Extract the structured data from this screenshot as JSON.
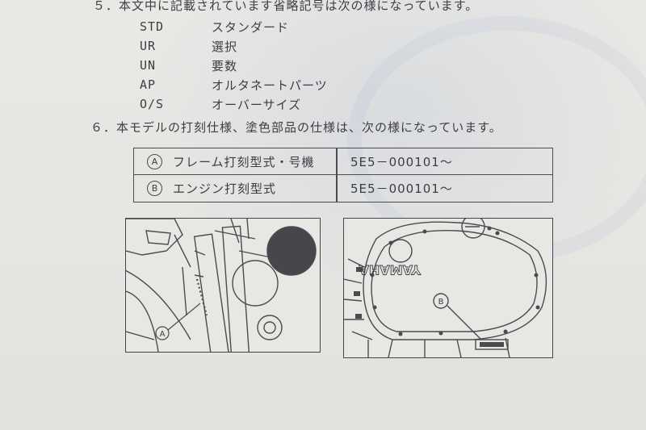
{
  "abbrev_section": {
    "heading": "５．本文中に記載されています省略記号は次の様になっています。",
    "items": [
      {
        "abbr": "STD",
        "meaning": "スタンダード"
      },
      {
        "abbr": "UR",
        "meaning": "選択"
      },
      {
        "abbr": "UN",
        "meaning": "要数"
      },
      {
        "abbr": "AP",
        "meaning": "オルタネートパーツ"
      },
      {
        "abbr": "O/S",
        "meaning": "オーバーサイズ"
      }
    ]
  },
  "model_section": {
    "heading": "６．本モデルの打刻仕様、塗色部品の仕様は、次の様になっています。",
    "rows": [
      {
        "marker": "A",
        "label": "フレーム打刻型式・号機",
        "value": "5E5－000101～"
      },
      {
        "marker": "B",
        "label": "エンジン打刻型式",
        "value": "5E5－000101～"
      }
    ]
  },
  "figures": {
    "left_marker": "A",
    "right_marker": "B",
    "right_logo": "YAMAHA"
  }
}
